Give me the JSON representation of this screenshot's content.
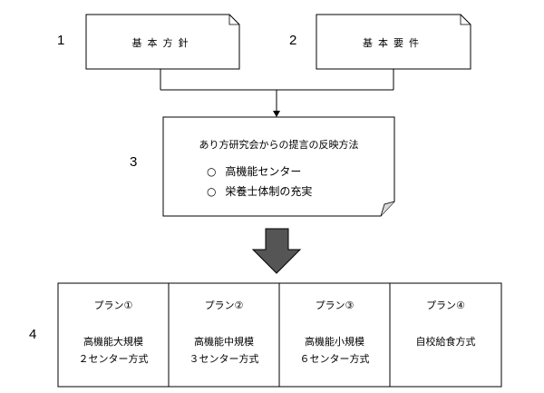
{
  "numbers": {
    "n1": "1",
    "n2": "2",
    "n3": "3",
    "n4": "4"
  },
  "policy_box": {
    "label": "基本方針"
  },
  "requirement_box": {
    "label": "基本要件"
  },
  "proposal_box": {
    "title": "あり方研究会からの提言の反映方法",
    "items": [
      {
        "bullet": "○",
        "text": "高機能センター"
      },
      {
        "bullet": "○",
        "text": "栄養士体制の充実"
      }
    ]
  },
  "plans": [
    {
      "title": "プラン①",
      "line1": "高機能大規模",
      "line2": "２センター方式"
    },
    {
      "title": "プラン②",
      "line1": "高機能中規模",
      "line2": "３センター方式"
    },
    {
      "title": "プラン③",
      "line1": "高機能小規模",
      "line2": "６センター方式"
    },
    {
      "title": "プラン④",
      "line1": "自校給食方式",
      "line2": ""
    }
  ]
}
